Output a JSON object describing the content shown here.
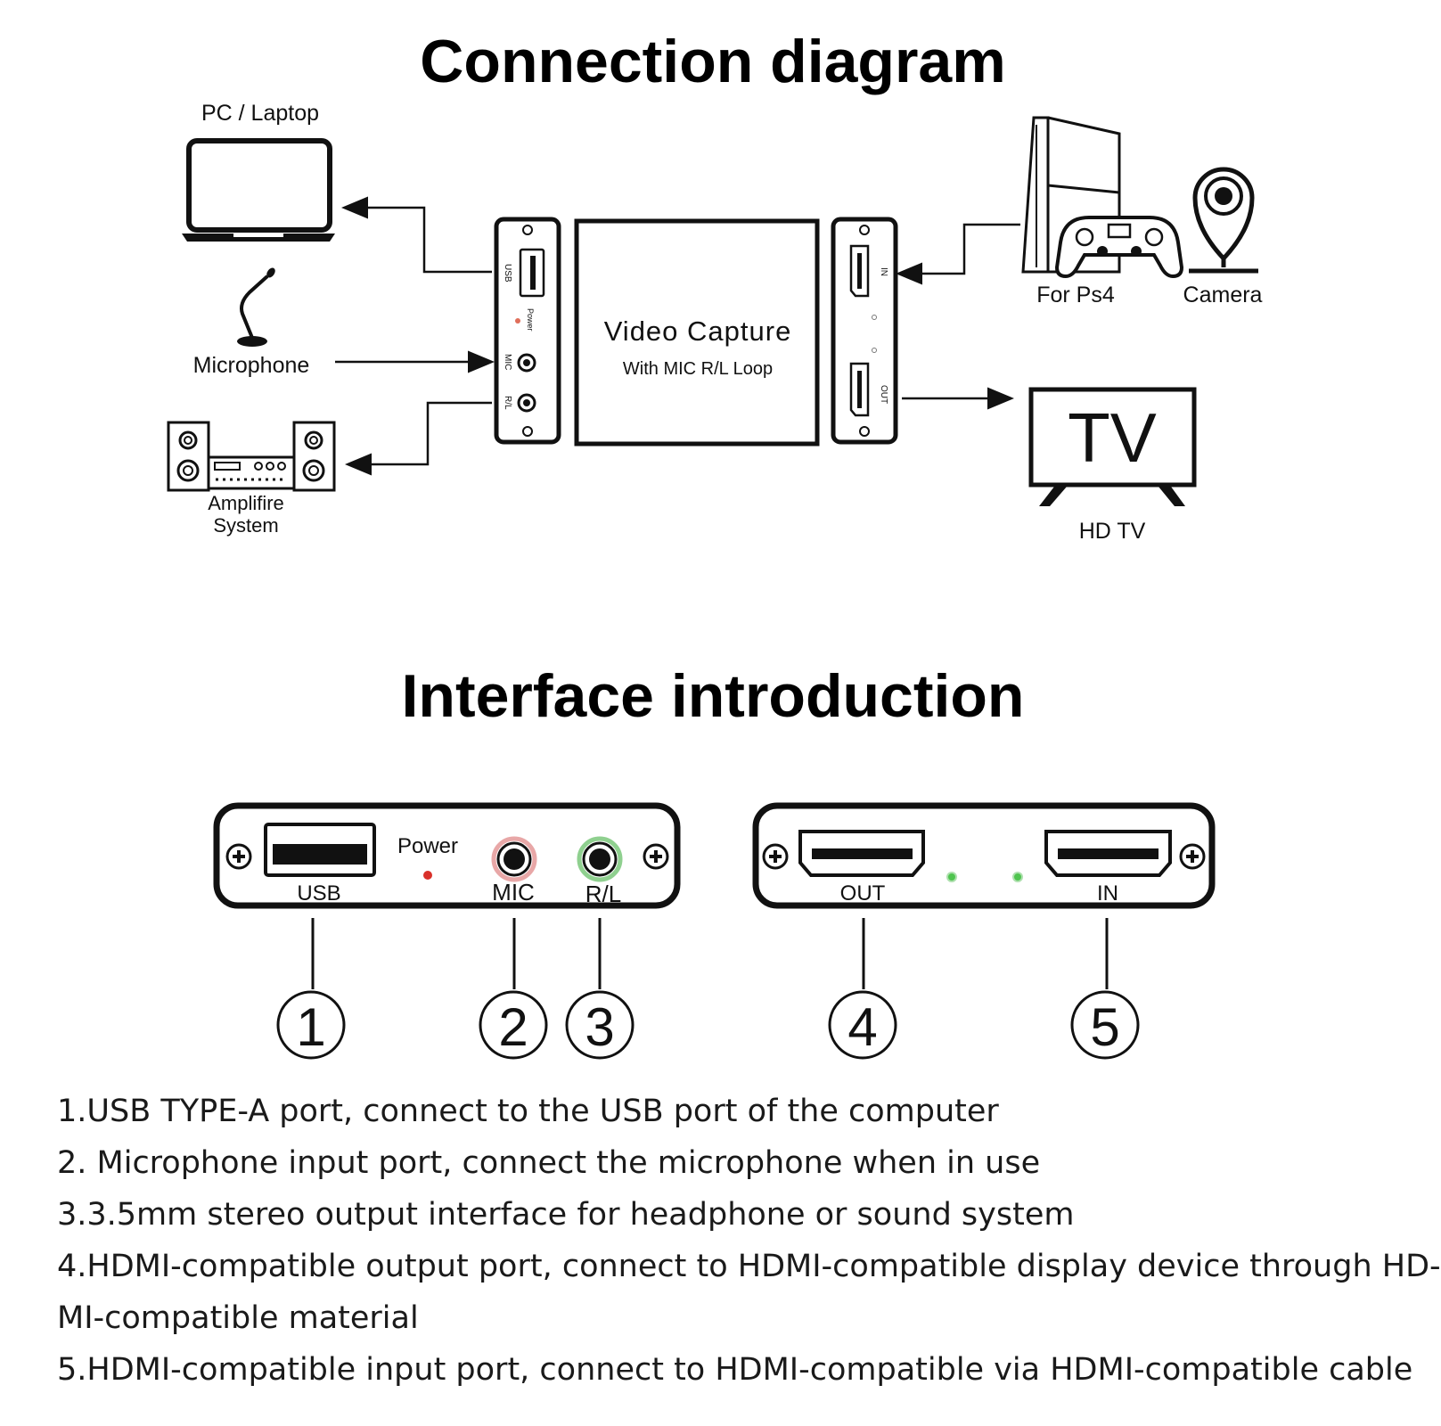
{
  "titles": {
    "connection": "Connection diagram",
    "interface": "Interface introduction"
  },
  "connection_diagram": {
    "pc_label": "PC / Laptop",
    "mic_label": "Microphone",
    "amp_label_line1": "Amplifire",
    "amp_label_line2": "System",
    "ps4_label": "For Ps4",
    "camera_label": "Camera",
    "tv_screen_text": "TV",
    "tv_label": "HD TV",
    "device_title": "Video Capture",
    "device_subtitle": "With MIC R/L Loop",
    "left_port_usb": "USB",
    "left_port_power": "Power",
    "left_port_mic": "MIC",
    "left_port_rl": "R/L",
    "right_port_in": "IN",
    "right_port_out": "OUT"
  },
  "interface": {
    "left_panel": {
      "usb": "USB",
      "power": "Power",
      "mic": "MIC",
      "rl": "R/L"
    },
    "right_panel": {
      "out": "OUT",
      "in": "IN"
    },
    "callouts": [
      "1",
      "2",
      "3",
      "4",
      "5"
    ],
    "colors": {
      "power_led": "#d9302a",
      "mic_ring": "#e8a7a7",
      "rl_ring": "#8fd08f",
      "status_led": "#4fc44f"
    }
  },
  "descriptions": [
    "1.USB TYPE-A port, connect to the USB port of the computer",
    "2. Microphone input port, connect the microphone when in use",
    "3.3.5mm stereo output interface for headphone or sound system",
    "4.HDMI-compatible output port, connect to HDMI-compatible display device through HD-",
    "MI-compatible material",
    "5.HDMI-compatible input port, connect to HDMI-compatible via HDMI-compatible cable"
  ]
}
